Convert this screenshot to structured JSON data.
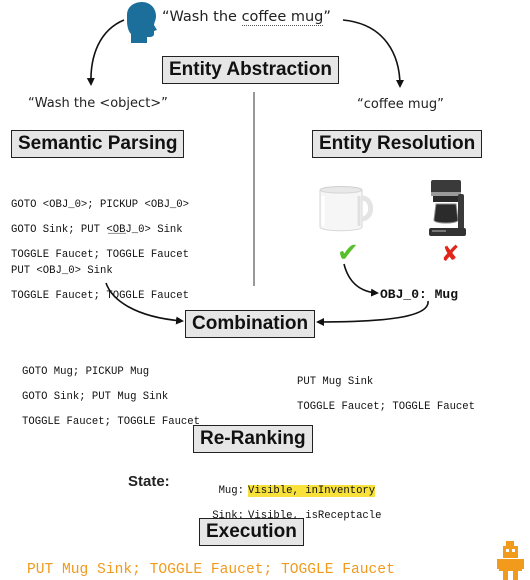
{
  "instruction": {
    "open": "“Wash the ",
    "object": "coffee mug",
    "close": "”"
  },
  "entity_abstraction": {
    "label": "Entity Abstraction"
  },
  "abstracted_instruction": "“Wash the <object>”",
  "entity_phrase": "“coffee mug”",
  "semantic_parsing": {
    "label": "Semantic Parsing",
    "plan1": [
      "GOTO <OBJ_0>; PICKUP <OBJ_0>",
      "GOTO Sink; PUT <OBJ_0> Sink",
      "TOGGLE Faucet; TOGGLE Faucet"
    ],
    "ellipsis": "………",
    "plan2": [
      "PUT <OBJ_0> Sink",
      "TOGGLE Faucet; TOGGLE Faucet"
    ]
  },
  "entity_resolution": {
    "label": "Entity Resolution",
    "candidates": [
      {
        "name": "mug-image",
        "mark": "✔",
        "mark_color": "#55c02b"
      },
      {
        "name": "coffee-maker-image",
        "mark": "✘",
        "mark_color": "#e0261b"
      }
    ],
    "resolved": "OBJ_0: Mug"
  },
  "combination": {
    "label": "Combination",
    "left_plan": [
      "GOTO Mug; PICKUP Mug",
      "GOTO Sink; PUT Mug Sink",
      "TOGGLE Faucet; TOGGLE Faucet"
    ],
    "right_plan": [
      "PUT Mug Sink",
      "TOGGLE Faucet; TOGGLE Faucet"
    ]
  },
  "reranking": {
    "label": "Re-Ranking",
    "state_label": "State:",
    "state": [
      {
        "object": "Mug:",
        "props": "Visible, inInventory",
        "highlight": true
      },
      {
        "object": "Sink:",
        "props": "Visible, isReceptacle",
        "highlight": false
      }
    ]
  },
  "execution": {
    "label": "Execution",
    "command": "PUT Mug Sink; TOGGLE Faucet; TOGGLE Faucet"
  },
  "colors": {
    "head": "#1b6f9a",
    "box_fill": "#e6e6e6",
    "highlight": "#f7e13a",
    "execution_text": "#f29a1c",
    "robot": "#f29a1c"
  },
  "icons": [
    "head-silhouette-icon",
    "mug-icon",
    "coffee-maker-icon",
    "check-icon",
    "cross-icon",
    "robot-icon"
  ]
}
